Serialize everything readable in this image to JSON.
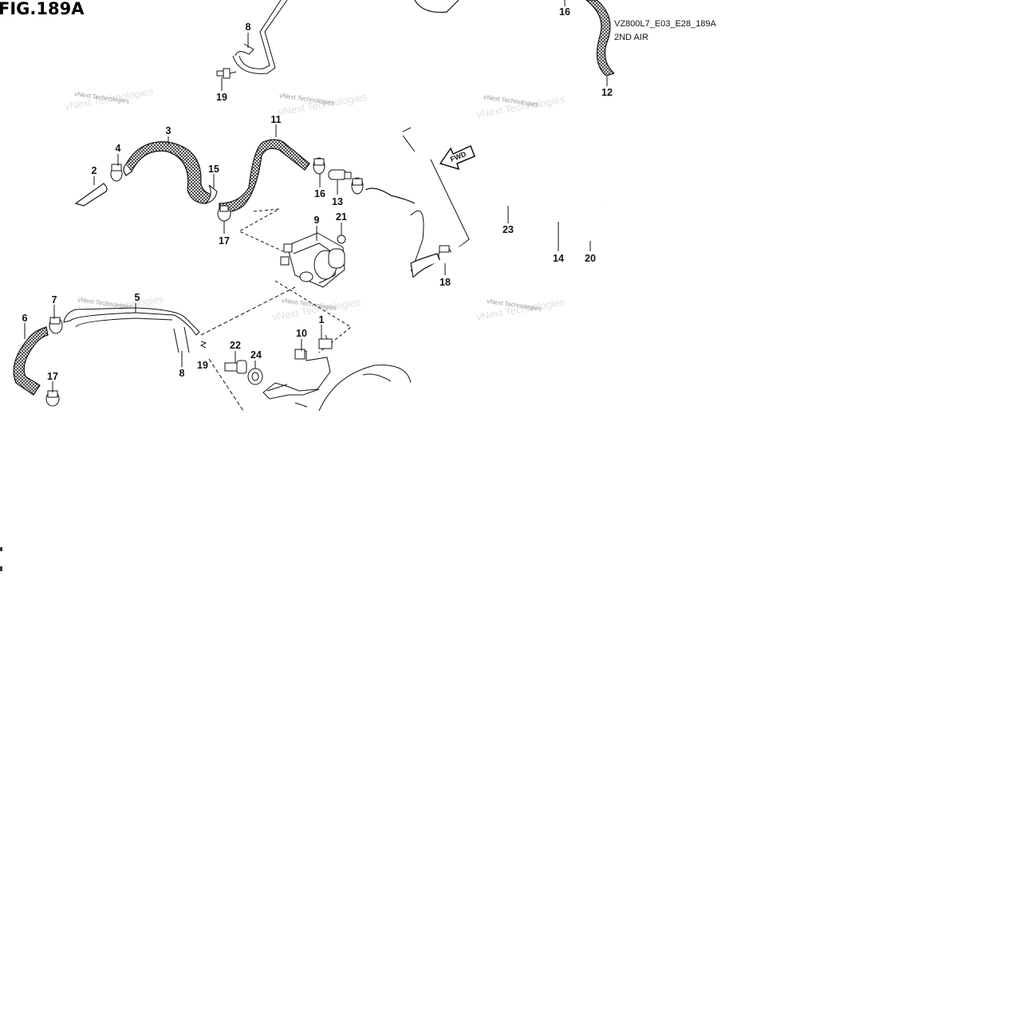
{
  "figure": {
    "title": "FIG.189A",
    "drawing_code": "VZ800L7_E03_E28_189A",
    "caption": "2ND AIR",
    "fwd_label": "FWD"
  },
  "watermark": {
    "text": "vNext Technologies"
  },
  "callouts": [
    {
      "id": "c16a",
      "label": "16"
    },
    {
      "id": "c8a",
      "label": "8"
    },
    {
      "id": "c19a",
      "label": "19"
    },
    {
      "id": "c12",
      "label": "12"
    },
    {
      "id": "c3",
      "label": "3"
    },
    {
      "id": "c11",
      "label": "11"
    },
    {
      "id": "c4",
      "label": "4"
    },
    {
      "id": "c2",
      "label": "2"
    },
    {
      "id": "c15",
      "label": "15"
    },
    {
      "id": "c16b",
      "label": "16"
    },
    {
      "id": "c13",
      "label": "13"
    },
    {
      "id": "c17a",
      "label": "17"
    },
    {
      "id": "c9",
      "label": "9"
    },
    {
      "id": "c21",
      "label": "21"
    },
    {
      "id": "c23",
      "label": "23"
    },
    {
      "id": "c14",
      "label": "14"
    },
    {
      "id": "c20",
      "label": "20"
    },
    {
      "id": "c18",
      "label": "18"
    },
    {
      "id": "c7",
      "label": "7"
    },
    {
      "id": "c5",
      "label": "5"
    },
    {
      "id": "c6",
      "label": "6"
    },
    {
      "id": "c1",
      "label": "1"
    },
    {
      "id": "c10",
      "label": "10"
    },
    {
      "id": "c22",
      "label": "22"
    },
    {
      "id": "c24",
      "label": "24"
    },
    {
      "id": "c19b",
      "label": "19"
    },
    {
      "id": "c8b",
      "label": "8"
    },
    {
      "id": "c17b",
      "label": "17"
    }
  ]
}
